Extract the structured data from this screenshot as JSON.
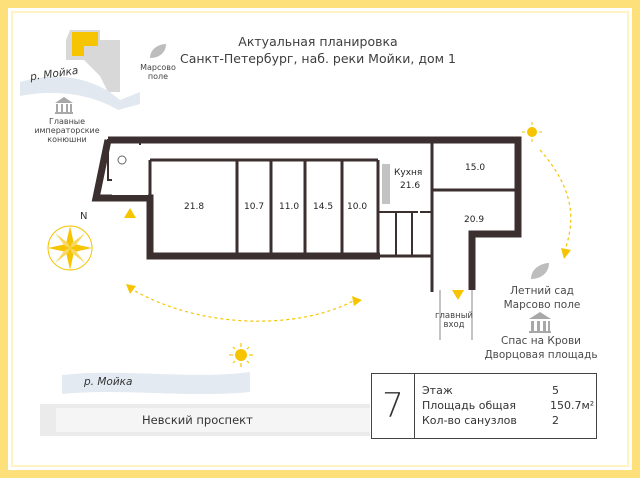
{
  "title": {
    "line1": "Актуальная планировка",
    "line2": "Санкт-Петербург, наб. реки Мойки, дом 1"
  },
  "map": {
    "river_top": "р. Мойка",
    "river_bottom": "р. Мойка",
    "street": "Невский проспект",
    "mars_field": [
      "Марсово",
      "поле"
    ],
    "stables": [
      "Главные",
      "императорские",
      "конюшни"
    ],
    "north": "N"
  },
  "rooms": {
    "r1": "21.8",
    "r2": "10.7",
    "r3": "11.0",
    "r4": "14.5",
    "r5": "10.0",
    "kitchen_label": "Кухня",
    "kitchen_area": "21.6",
    "r6": "15.0",
    "r7": "20.9"
  },
  "entrance": [
    "главный",
    "вход"
  ],
  "landmarks": {
    "summer_garden": "Летний сад",
    "mars_field": "Марсово поле",
    "savior": "Спас на Крови",
    "palace_square": "Дворцовая площадь"
  },
  "info": {
    "floor_number": "7",
    "rows": [
      {
        "label": "Этаж",
        "value": "5"
      },
      {
        "label": "Площадь общая",
        "value": "150.7м²"
      },
      {
        "label": "Кол-во санузлов",
        "value": "2"
      }
    ]
  },
  "colors": {
    "border_yellow": "#fde07a",
    "sun": "#f6c400",
    "wall": "#3b2f2f",
    "river": "#d9e3ee",
    "street_band": "#e7e7e7"
  },
  "icons": [
    "sun-icon",
    "compass-icon",
    "leaf-icon",
    "building-icon"
  ]
}
